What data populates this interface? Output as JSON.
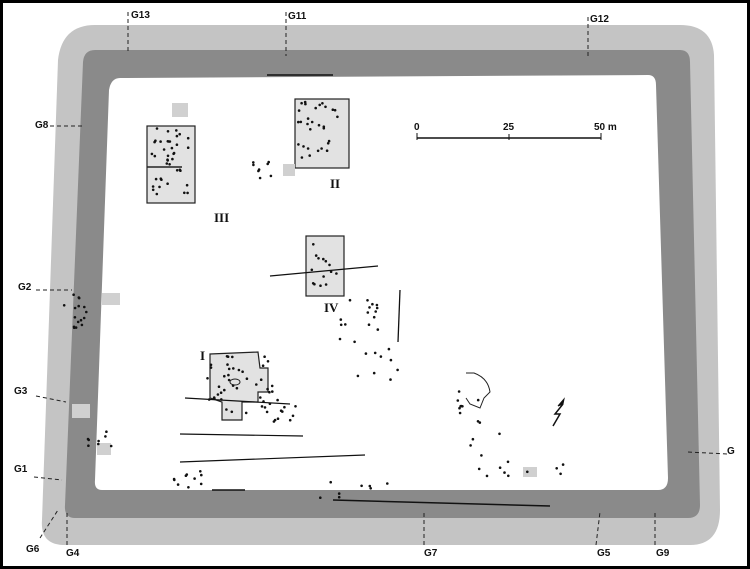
{
  "gate_labels": {
    "g13": "G13",
    "g11": "G11",
    "g12": "G12",
    "g8": "G8",
    "g2": "G2",
    "g3": "G3",
    "g1": "G1",
    "g6": "G6",
    "g4": "G4",
    "g7": "G7",
    "g5": "G5",
    "g9": "G9",
    "g": "G"
  },
  "buildings": {
    "b1": "I",
    "b2": "II",
    "b3": "III",
    "b4": "IV"
  },
  "scale": {
    "t0": "0",
    "t25": "25",
    "t50": "50 m"
  },
  "colors": {
    "outer_band": "#c4c4c4",
    "inner_band": "#8a8a8a",
    "building_fill": "#e2e2e2",
    "interior": "#ffffff"
  }
}
